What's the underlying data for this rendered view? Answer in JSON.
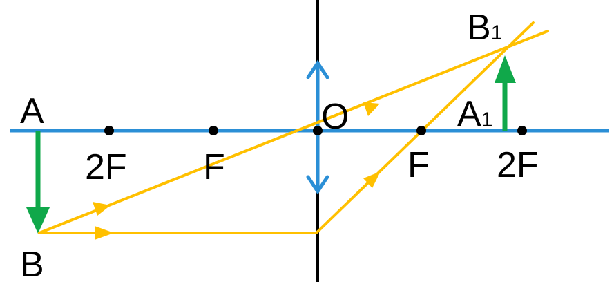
{
  "labels": {
    "object_top": "A",
    "object_tip": "B",
    "left_2f": "2F",
    "left_f": "F",
    "optical_center": "O",
    "right_f": "F",
    "right_2f": "2F",
    "image_base": "A",
    "image_base_sub": "1",
    "image_tip": "B",
    "image_tip_sub": "1"
  },
  "colors": {
    "principal_axis": "#2b8fd6",
    "lens": "#2b8fd6",
    "rays": "#ffc000",
    "object_arrow": "#10a84a",
    "image_arrow": "#10a84a",
    "points": "#000000",
    "plane_line": "#000000"
  }
}
